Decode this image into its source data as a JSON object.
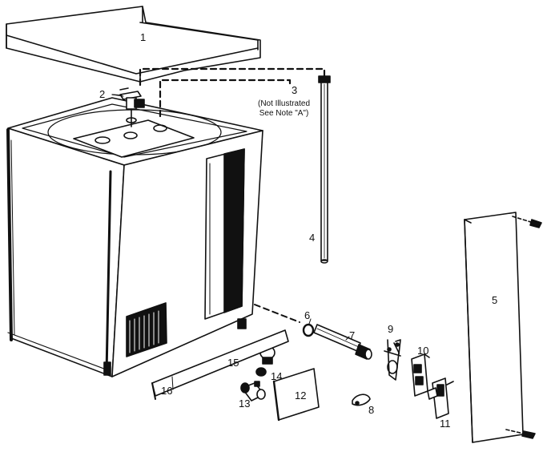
{
  "callouts": {
    "n1": "1",
    "n2": "2",
    "n3": "3",
    "n4": "4",
    "n5": "5",
    "n6": "6",
    "n7": "7",
    "n8": "8",
    "n9": "9",
    "n10": "10",
    "n11": "11",
    "n12": "12",
    "n13": "13",
    "n14": "14",
    "n15": "15",
    "n16": "16"
  },
  "note": {
    "line1": "(Not Illustrated",
    "line2": "See Note \"A\")"
  },
  "colors": {
    "ink": "#111111",
    "paper": "#ffffff"
  }
}
